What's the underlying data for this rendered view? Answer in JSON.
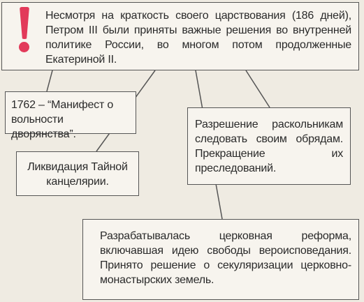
{
  "main_note": {
    "text": "Несмотря на краткость своего царствования (186 дней), Петром III были приняты важные решения во внутренней политике России, во многом потом продолженные Екатериной II.",
    "accent_color": "#e23a5a"
  },
  "boxes": {
    "manifest": "1762 – “Манифест о вольности дворянства”.",
    "tainaya": "Ликвидация Тайной канцелярии.",
    "raskol": "Разрешение раскольникам следовать своим обрядам. Прекращение их преследований.",
    "church": "Разрабатывалась церковная реформа, включавшая идею свободы вероисповедания. Принято решение о секуляризации церковно-монастырских земель."
  }
}
